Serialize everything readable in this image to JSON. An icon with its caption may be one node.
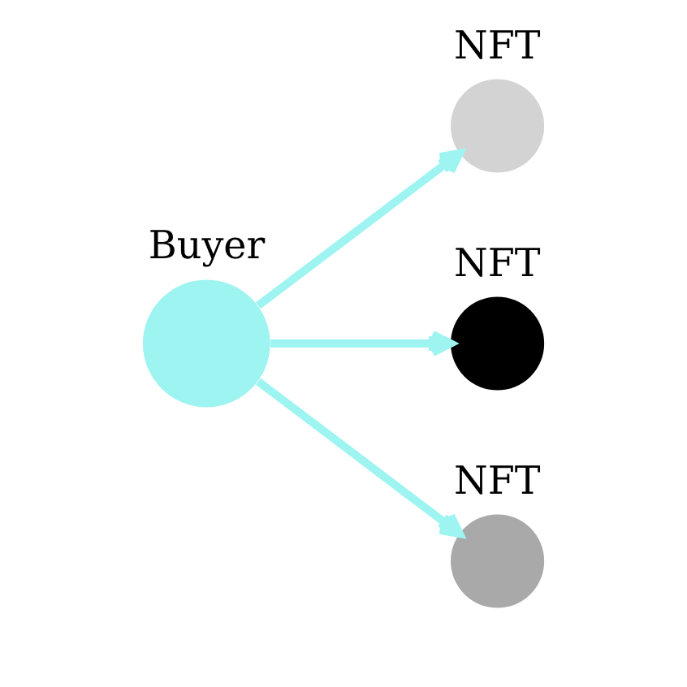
{
  "diagram": {
    "nodes": [
      {
        "text": [
          "Buyer"
        ]
      },
      {
        "text": [
          "NFT"
        ]
      },
      {
        "text": [
          "NFT"
        ]
      },
      {
        "text": [
          "NFT"
        ]
      }
    ],
    "edges": [
      {
        "from": 0,
        "to": 1,
        "arrow": "to"
      },
      {
        "from": 0,
        "to": 2,
        "arrow": "to"
      },
      {
        "from": 0,
        "to": 3,
        "arrow": "to"
      }
    ]
  }
}
